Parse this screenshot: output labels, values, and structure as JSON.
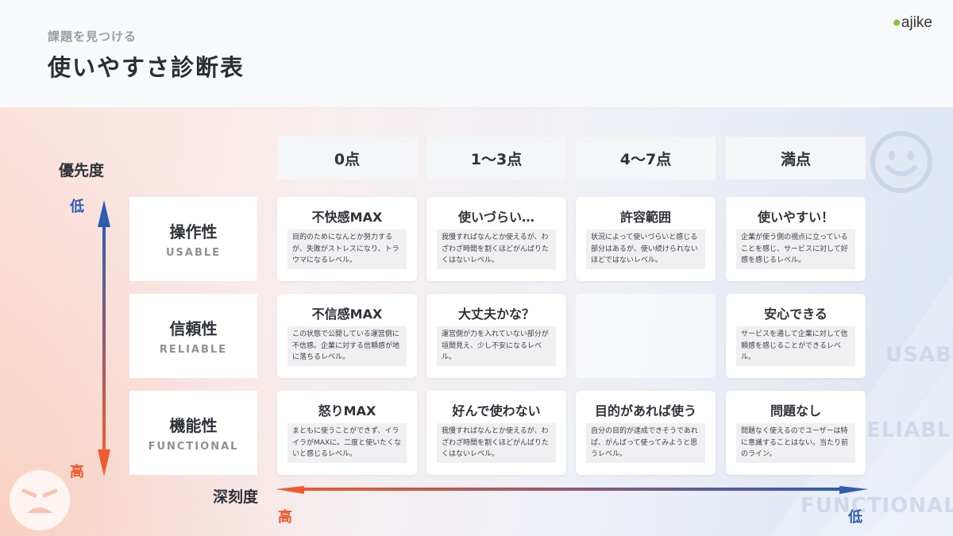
{
  "header": {
    "subtitle": "課題を見つける",
    "title": "使いやすさ診断表",
    "logo_main": "ajike"
  },
  "axes": {
    "vertical_label": "優先度",
    "vertical_top": "低",
    "vertical_bottom": "高",
    "horizontal_label": "深刻度",
    "horizontal_left": "高",
    "horizontal_right": "低"
  },
  "columns": [
    "0点",
    "1〜3点",
    "4〜7点",
    "満点"
  ],
  "rows": [
    {
      "jp": "操作性",
      "en": "USABLE",
      "cells": [
        {
          "title": "不快感MAX",
          "desc": "目的のためになんとか努力するが、失敗がストレスになり、トラウマになるレベル。"
        },
        {
          "title": "使いづらい…",
          "desc": "我慢すればなんとか使えるが、わざわざ時間を割くほどがんばりたくはないレベル。"
        },
        {
          "title": "許容範囲",
          "desc": "状況によって使いづらいと感じる部分はあるが、使い続けられないほどではないレベル。"
        },
        {
          "title": "使いやすい！",
          "desc": "企業が使う側の視点に立っていることを感じ、サービスに対して好感を感じるレベル。"
        }
      ]
    },
    {
      "jp": "信頼性",
      "en": "RELIABLE",
      "cells": [
        {
          "title": "不信感MAX",
          "desc": "この状態で公開している運営側に不信感。企業に対する信頼感が地に落ちるレベル。"
        },
        {
          "title": "大丈夫かな？",
          "desc": "運営側が力を入れていない部分が垣間見え、少し不安になるレベル。"
        },
        {
          "title": "",
          "desc": ""
        },
        {
          "title": "安心できる",
          "desc": "サービスを通して企業に対して信頼感を感じることができるレベル。"
        }
      ]
    },
    {
      "jp": "機能性",
      "en": "FUNCTIONAL",
      "cells": [
        {
          "title": "怒りMAX",
          "desc": "まともに使うことができず、イライラがMAXに。二度と使いたくないと感じるレベル。"
        },
        {
          "title": "好んで使わない",
          "desc": "我慢すればなんとか使えるが、わざわざ時間を割くほどがんばりたくはないレベル。"
        },
        {
          "title": "目的があれば使う",
          "desc": "自分の目的が達成できそうであれば、がんばって使ってみようと思うレベル。"
        },
        {
          "title": "問題なし",
          "desc": "問題なく使えるのでユーザーは特に意識することはない。当たり前のライン。"
        }
      ]
    }
  ],
  "watermarks": {
    "usable": "USABLE",
    "reliable": "RELIABLE",
    "functional": "FUNCTIONAL (U"
  },
  "colors": {
    "accent_blue": "#2f5bb5",
    "accent_red": "#ef5a2e",
    "logo_green": "#8cc63f"
  },
  "icons": {
    "happy": "smiley-face-icon",
    "angry": "angry-face-icon"
  }
}
